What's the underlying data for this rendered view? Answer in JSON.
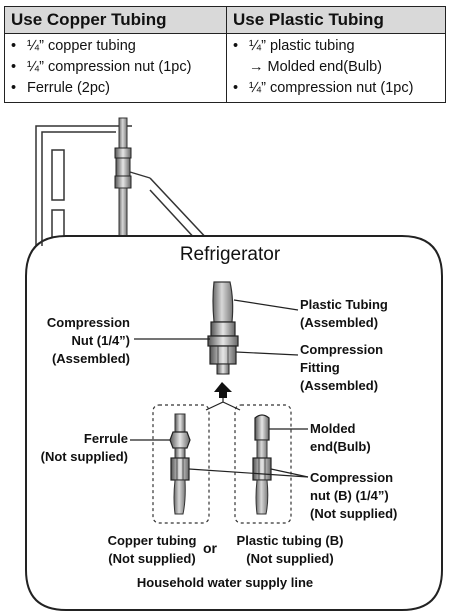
{
  "table": {
    "headers": [
      "Use Copper Tubing",
      "Use Plastic Tubing"
    ],
    "copper_items": [
      "¼” copper tubing",
      "¼” compression nut (1pc)",
      "Ferrule (2pc)"
    ],
    "plastic_items": [
      "¼” plastic tubing",
      "→ Molded end(Bulb)",
      "¼” compression nut (1pc)"
    ]
  },
  "diagram": {
    "title": "Refrigerator",
    "labels": {
      "compression_nut": [
        "Compression",
        "Nut (1/4”)",
        "(Assembled)"
      ],
      "plastic_tubing_assembled": [
        "Plastic Tubing",
        "(Assembled)"
      ],
      "compression_fitting": [
        "Compression",
        "Fitting",
        "(Assembled)"
      ],
      "ferrule": [
        "Ferrule",
        "(Not supplied)"
      ],
      "molded_end": [
        "Molded",
        "end(Bulb)"
      ],
      "compression_nut_b": [
        "Compression",
        "nut (B) (1/4”)",
        "(Not supplied)"
      ],
      "copper_tubing": [
        "Copper tubing",
        "(Not supplied)"
      ],
      "or": "or",
      "plastic_tubing_b": [
        "Plastic tubing (B)",
        "(Not supplied)"
      ],
      "household": "Household water supply line"
    }
  }
}
